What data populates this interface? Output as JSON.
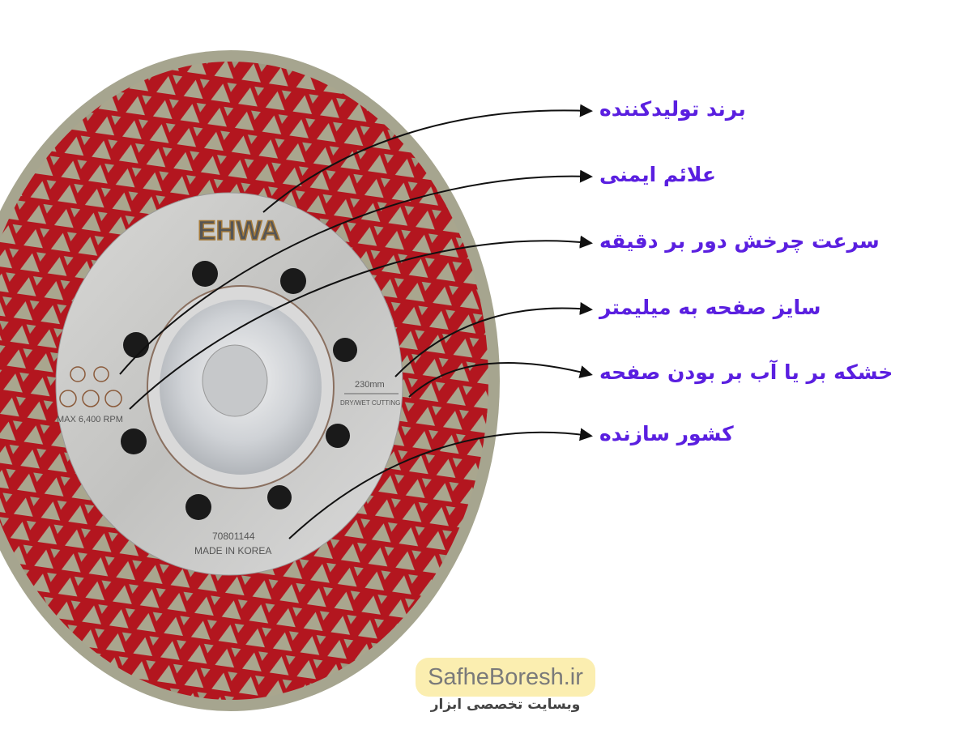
{
  "colors": {
    "label": "#5a1fe0",
    "blade_red": "#b3161f",
    "segment_grey": "#a9a68e",
    "hub": "#c9c9c9",
    "badge": "#fbeeb0"
  },
  "blade": {
    "brand": "EHWA",
    "size": "230mm",
    "cutting": "DRY/WET CUTTING",
    "rpm": "MAX 6,400 RPM",
    "serial": "70801144",
    "origin": "MADE IN KOREA"
  },
  "callouts": [
    {
      "label": "برند تولیدکننده"
    },
    {
      "label": "علائم ایمنی"
    },
    {
      "label": "سرعت چرخش دور بر دقیقه"
    },
    {
      "label": "سایز صفحه به میلیمتر"
    },
    {
      "label": "خشکه بر یا آب بر بودن صفحه"
    },
    {
      "label": "کشور سازنده"
    }
  ],
  "watermark": {
    "site": "SafheBoresh.ir",
    "tagline": "وبسایت تخصصی ابزار"
  }
}
